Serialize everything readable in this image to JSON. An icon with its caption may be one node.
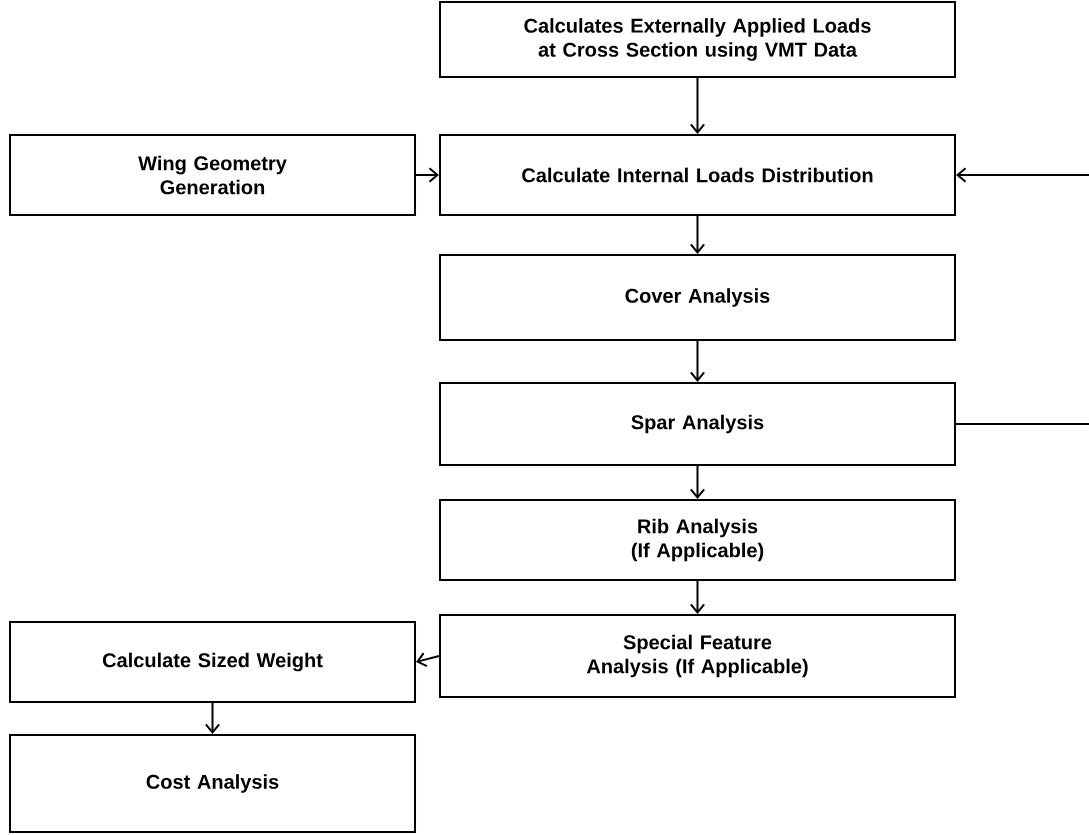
{
  "diagram": {
    "nodes": [
      {
        "text": [
          "Calculates Externally Applied Loads at Cross Section using VMT Data"
        ]
      },
      {
        "text": [
          "Wing Geometry Generation"
        ]
      },
      {
        "text": [
          "Calculate Internal Loads Distribution"
        ]
      },
      {
        "text": [
          "Cover Analysis"
        ]
      },
      {
        "text": [
          "Spar Analysis"
        ]
      },
      {
        "text": [
          "Rib Analysis (If Applicable)"
        ]
      },
      {
        "text": [
          "Special Feature Analysis (If Applicable)"
        ]
      },
      {
        "text": [
          "Calculate Sized Weight"
        ]
      },
      {
        "text": [
          "Cost Analysis"
        ]
      }
    ],
    "edges": [
      {
        "from": 0,
        "to": 2,
        "arrow": "to"
      },
      {
        "from": 1,
        "to": 2,
        "arrow": "to"
      },
      {
        "from": 2,
        "to": 3,
        "arrow": "to"
      },
      {
        "from": 3,
        "to": 4,
        "arrow": "to"
      },
      {
        "from": 4,
        "to": 5,
        "arrow": "to"
      },
      {
        "from": 5,
        "to": 6,
        "arrow": "to"
      },
      {
        "from": 6,
        "to": 7,
        "arrow": "to"
      },
      {
        "from": 7,
        "to": 8,
        "arrow": "to"
      },
      {
        "from": 4,
        "to": null,
        "arrow": "none"
      },
      {
        "from": null,
        "to": 2,
        "arrow": "to"
      }
    ]
  }
}
